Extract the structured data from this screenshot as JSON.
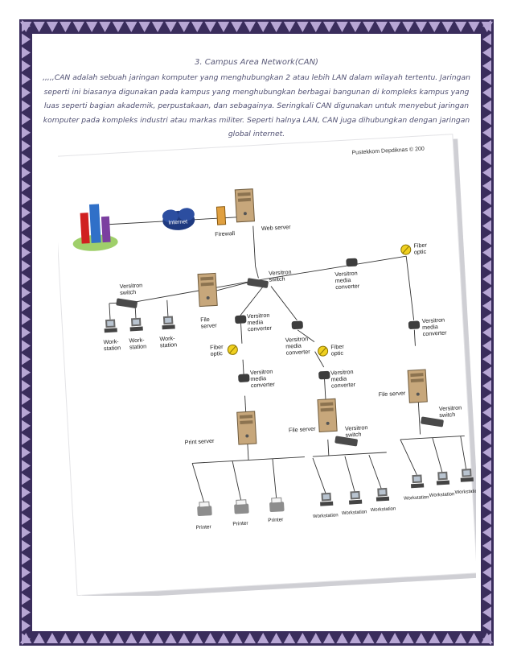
{
  "doc": {
    "heading": "3. Campus Area Network(CAN)",
    "paragraph": ",,,,,CAN adalah sebuah jaringan komputer yang menghubungkan 2 atau lebih LAN dalam wilayah tertentu. Jaringan seperti ini biasanya digunakan pada kampus yang menghubungkan berbagai bangunan di kompleks kampus yang luas seperti bagian akademik, perpustakaan, dan sebagainya. Seringkali CAN digunakan untuk menyebut jaringan komputer pada kompleks industri atau markas militer. Seperti halnya LAN, CAN juga dihubungkan dengan jaringan global internet."
  },
  "diagram": {
    "credit": "Pustekkom Depdiknas © 200",
    "labels": {
      "internet": "Internet",
      "firewall": "Firewall",
      "web_server": "Web server",
      "switch": "Versitron\nswitch",
      "file_server": "File\nserver",
      "workstation": "Work-\nstation",
      "fiber_optic": "Fiber\noptic",
      "media_converter": "Versitron\nmedia\nconverter",
      "print_server": "Print server",
      "file_server_inline": "File server",
      "printer": "Printer",
      "workstation_small": "Workstation"
    }
  },
  "colors": {
    "frame_border": "#3a2d5c",
    "frame_triangle": "#b7a6d4",
    "text": "#505072",
    "server": "#c7a77b",
    "device": "#3d3d3d",
    "fiber": "#f0d020"
  }
}
